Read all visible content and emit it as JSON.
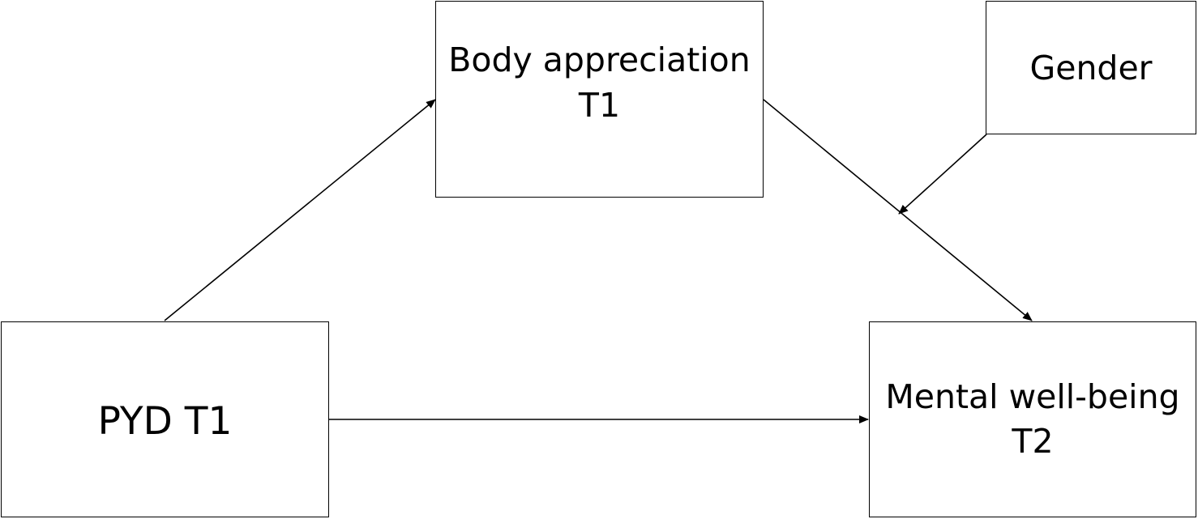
{
  "nodes": {
    "pyd": {
      "line1": "PYD T1"
    },
    "body_appreciation": {
      "line1": "Body appreciation",
      "line2": "T1"
    },
    "gender": {
      "line1": "Gender"
    },
    "mental_wellbeing": {
      "line1": "Mental well-being",
      "line2": "T2"
    }
  },
  "edges": [
    {
      "from": "pyd",
      "to": "body_appreciation"
    },
    {
      "from": "body_appreciation",
      "to": "mental_wellbeing"
    },
    {
      "from": "pyd",
      "to": "mental_wellbeing"
    },
    {
      "from": "gender",
      "to": "body_appreciation->mental_wellbeing",
      "type": "moderation"
    }
  ],
  "colors": {
    "stroke": "#000000",
    "background": "#ffffff"
  }
}
